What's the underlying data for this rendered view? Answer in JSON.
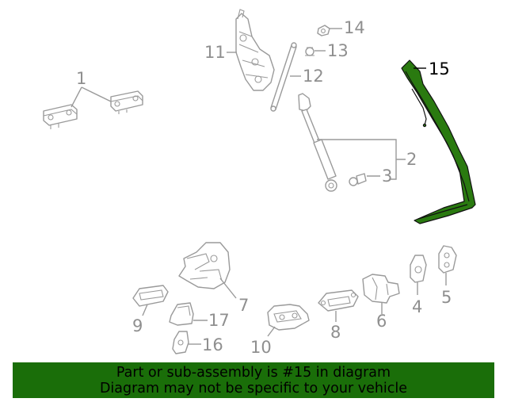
{
  "diagram": {
    "highlighted_part": "15",
    "highlight_color": "#2a7a10",
    "callouts": {
      "c1": "1",
      "c2": "2",
      "c3": "3",
      "c4": "4",
      "c5": "5",
      "c6": "6",
      "c7": "7",
      "c8": "8",
      "c9": "9",
      "c10": "10",
      "c11": "11",
      "c12": "12",
      "c13": "13",
      "c14": "14",
      "c15": "15",
      "c16": "16",
      "c17": "17"
    }
  },
  "banner": {
    "line1": "Part or sub-assembly is #15 in diagram",
    "line2": "Diagram may not be specific to your vehicle",
    "background": "#1a6e09"
  }
}
